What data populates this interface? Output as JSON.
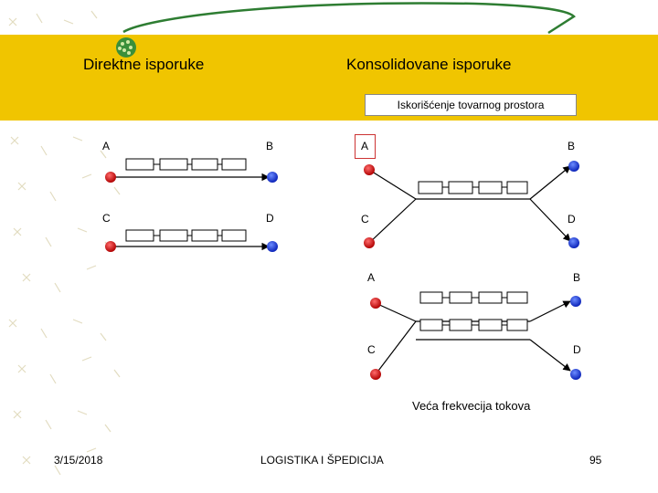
{
  "header": {
    "left_title": "Direktne isporuke",
    "right_title": "Konsolidovane isporuke",
    "utilization_label": "Iskorišćenje tovarnog prostora"
  },
  "direct": {
    "nodes": {
      "a": "A",
      "b": "B",
      "c": "C",
      "d": "D"
    }
  },
  "consolidated_top": {
    "nodes": {
      "a": "A",
      "b": "B",
      "c": "C",
      "d": "D"
    }
  },
  "consolidated_bottom": {
    "nodes": {
      "a": "A",
      "b": "B",
      "c": "C",
      "d": "D"
    },
    "caption": "Veća frekvecija tokova"
  },
  "colors": {
    "band": "#f0c500",
    "origin_node": "#cc1f1f",
    "destination_node": "#1f3fd6",
    "swoosh": "#2e7d32"
  },
  "footer": {
    "date": "3/15/2018",
    "title": "LOGISTIKA I ŠPEDICIJA",
    "page": "95"
  }
}
